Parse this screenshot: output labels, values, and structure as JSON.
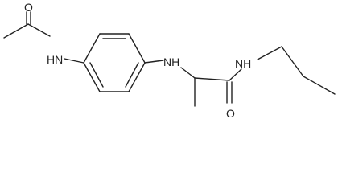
{
  "molecule": {
    "atoms": {
      "acetyl_oxygen": "O",
      "acetamide_nh": "HN",
      "amine_nh": "NH",
      "amide_nh": "NH",
      "amide_oxygen": "O"
    },
    "colors": {
      "bond": "#222222",
      "label": "#222222",
      "background": "#ffffff"
    }
  }
}
